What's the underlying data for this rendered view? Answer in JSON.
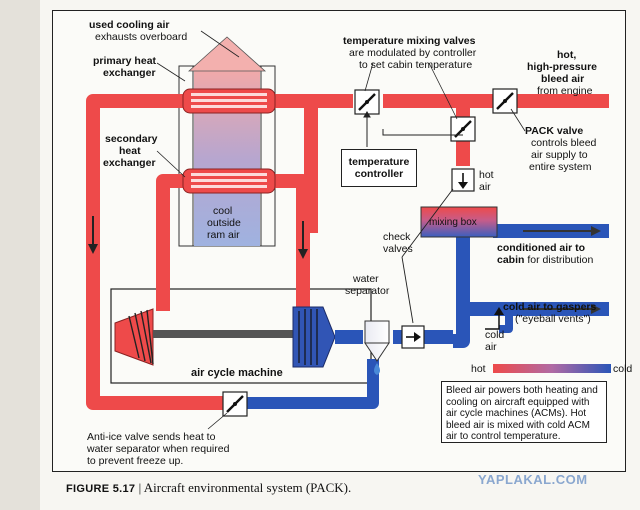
{
  "labels": {
    "used_air_1": "used cooling air",
    "used_air_2": "exhausts overboard",
    "primary_1": "primary heat",
    "primary_2": "exchanger",
    "secondary_1": "secondary",
    "secondary_2": "heat",
    "secondary_3": "exchanger",
    "ram_1": "cool",
    "ram_2": "outside",
    "ram_3": "ram air",
    "mixing_valves_1": "temperature mixing valves",
    "mixing_valves_2": "are modulated by controller",
    "mixing_valves_3": "to set cabin temperature",
    "bleed_1": "hot,",
    "bleed_2": "high-pressure",
    "bleed_3": "bleed air",
    "bleed_4": "from engine",
    "pack_1": "PACK valve",
    "pack_2": "controls bleed",
    "pack_3": "air supply to",
    "pack_4": "entire system",
    "controller_1": "temperature",
    "controller_2": "controller",
    "hot_air_1": "hot",
    "hot_air_2": "air",
    "check_1": "check",
    "check_2": "valves",
    "mixing_box": "mixing box",
    "conditioned_1": "conditioned air to",
    "conditioned_2": "cabin",
    "conditioned_3": "for distribution",
    "water_1": "water",
    "water_2": "separator",
    "gaspers_1": "cold air to gaspers",
    "gaspers_2": "(\"eyeball vents\")",
    "cold_air_1": "cold",
    "cold_air_2": "air",
    "acm": "air cycle machine",
    "legend_hot": "hot",
    "legend_cold": "cold",
    "anti_ice_1": "Anti-ice valve sends heat to",
    "anti_ice_2": "water separator when required",
    "anti_ice_3": "to prevent freeze up.",
    "note": "Bleed air powers both heating and cooling on aircraft equipped with air cycle machines (ACMs). Hot bleed air is mixed with cold ACM air to control temperature."
  },
  "caption": {
    "figure": "FIGURE 5.17",
    "separator": "|",
    "text": "Aircraft environmental system (PACK)."
  },
  "watermark": "YAPLAKAL.COM",
  "colors": {
    "hot": "#ee4a4a",
    "cold": "#2a55b8",
    "mid": "#9a6aa8",
    "ram": "#c8cde0"
  }
}
